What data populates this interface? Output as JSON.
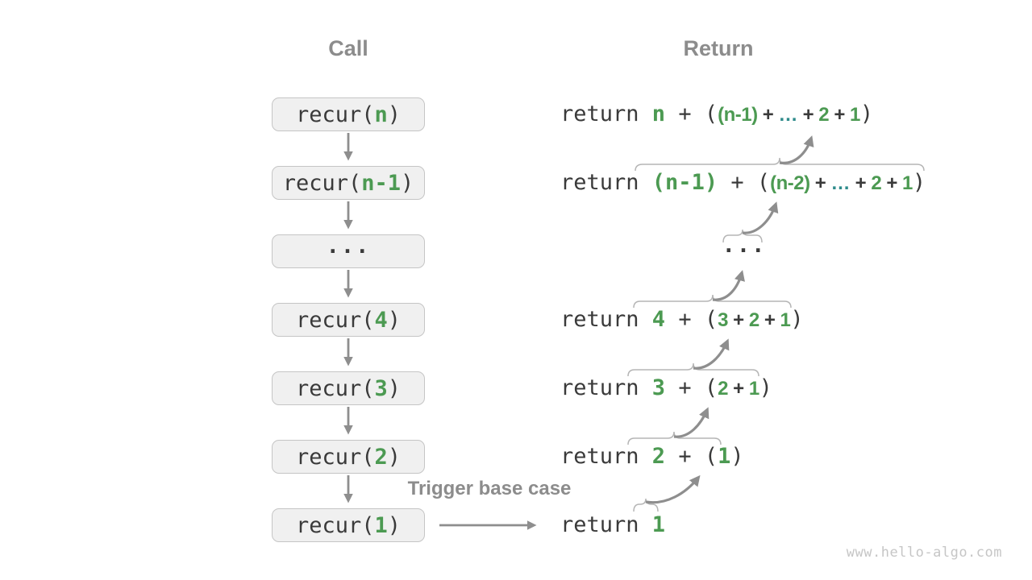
{
  "colors": {
    "green": "#4c9a52",
    "teal": "#2e8b8b",
    "dark_text": "#3a3a3a",
    "gray_label": "#8c8c8c",
    "box_background": "#f0f0f0",
    "box_border": "#c5c5c5",
    "brace": "#b5b5b5",
    "arrow": "#8e8e8e",
    "watermark": "#c6c6c6"
  },
  "headers": {
    "call": "Call",
    "return": "Return"
  },
  "call_boxes": [
    {
      "segments": [
        {
          "text": "recur(",
          "style": "kw"
        },
        {
          "text": "n",
          "style": "g"
        },
        {
          "text": ")",
          "style": "kw"
        }
      ]
    },
    {
      "segments": [
        {
          "text": "recur(",
          "style": "kw"
        },
        {
          "text": "n-1",
          "style": "g"
        },
        {
          "text": ")",
          "style": "kw"
        }
      ]
    },
    {
      "segments": [
        {
          "text": "···",
          "style": "dots"
        }
      ]
    },
    {
      "segments": [
        {
          "text": "recur(",
          "style": "kw"
        },
        {
          "text": "4",
          "style": "g"
        },
        {
          "text": ")",
          "style": "kw"
        }
      ]
    },
    {
      "segments": [
        {
          "text": "recur(",
          "style": "kw"
        },
        {
          "text": "3",
          "style": "g"
        },
        {
          "text": ")",
          "style": "kw"
        }
      ]
    },
    {
      "segments": [
        {
          "text": "recur(",
          "style": "kw"
        },
        {
          "text": "2",
          "style": "g"
        },
        {
          "text": ")",
          "style": "kw"
        }
      ]
    },
    {
      "segments": [
        {
          "text": "recur(",
          "style": "kw"
        },
        {
          "text": "1",
          "style": "g"
        },
        {
          "text": ")",
          "style": "kw"
        }
      ]
    }
  ],
  "return_lines": [
    {
      "segments": [
        {
          "text": "return ",
          "style": "kw"
        },
        {
          "text": "n",
          "style": "g"
        },
        {
          "text": " + (",
          "style": "kw"
        },
        {
          "text": "(n-1)",
          "style": "gc"
        },
        {
          "text": " + ",
          "style": "dc"
        },
        {
          "text": "…",
          "style": "t"
        },
        {
          "text": " + ",
          "style": "dc"
        },
        {
          "text": "2",
          "style": "gc"
        },
        {
          "text": " + ",
          "style": "dc"
        },
        {
          "text": "1",
          "style": "gc"
        },
        {
          "text": ")",
          "style": "kw"
        }
      ]
    },
    {
      "segments": [
        {
          "text": "return ",
          "style": "kw"
        },
        {
          "text": "(n-1)",
          "style": "g"
        },
        {
          "text": " + (",
          "style": "kw"
        },
        {
          "text": "(n-2)",
          "style": "gc"
        },
        {
          "text": " + ",
          "style": "dc"
        },
        {
          "text": "…",
          "style": "t"
        },
        {
          "text": " + ",
          "style": "dc"
        },
        {
          "text": "2",
          "style": "gc"
        },
        {
          "text": " + ",
          "style": "dc"
        },
        {
          "text": "1",
          "style": "gc"
        },
        {
          "text": ")",
          "style": "kw"
        }
      ]
    },
    {
      "segments": [
        {
          "text": "···",
          "style": "dots"
        }
      ]
    },
    {
      "segments": [
        {
          "text": "return ",
          "style": "kw"
        },
        {
          "text": "4",
          "style": "g"
        },
        {
          "text": " + (",
          "style": "kw"
        },
        {
          "text": "3",
          "style": "gc"
        },
        {
          "text": " + ",
          "style": "dc"
        },
        {
          "text": "2",
          "style": "gc"
        },
        {
          "text": " + ",
          "style": "dc"
        },
        {
          "text": "1",
          "style": "gc"
        },
        {
          "text": ")",
          "style": "kw"
        }
      ]
    },
    {
      "segments": [
        {
          "text": "return ",
          "style": "kw"
        },
        {
          "text": "3",
          "style": "g"
        },
        {
          "text": " + (",
          "style": "kw"
        },
        {
          "text": "2",
          "style": "gc"
        },
        {
          "text": " + ",
          "style": "dc"
        },
        {
          "text": "1",
          "style": "gc"
        },
        {
          "text": ")",
          "style": "kw"
        }
      ]
    },
    {
      "segments": [
        {
          "text": "return ",
          "style": "kw"
        },
        {
          "text": "2",
          "style": "g"
        },
        {
          "text": " + (",
          "style": "kw"
        },
        {
          "text": "1",
          "style": "g"
        },
        {
          "text": ")",
          "style": "kw"
        }
      ]
    },
    {
      "segments": [
        {
          "text": "return ",
          "style": "kw"
        },
        {
          "text": "1",
          "style": "g"
        }
      ]
    }
  ],
  "trigger": {
    "label": "Trigger base case"
  },
  "watermark": {
    "text": "www.hello-algo.com"
  }
}
